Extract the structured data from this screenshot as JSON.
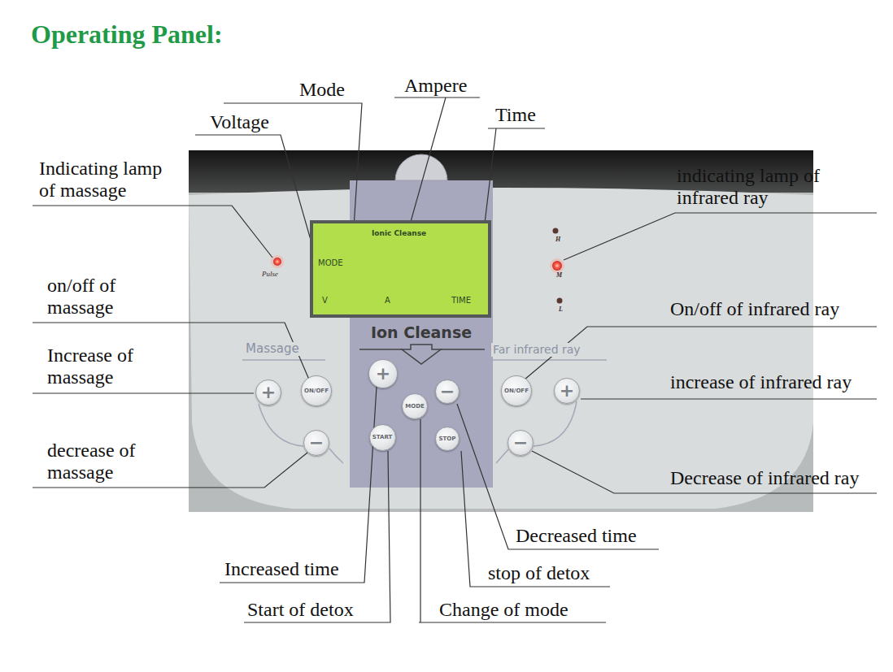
{
  "diagram": {
    "title": "Operating Panel:",
    "nodes": [
      {
        "text": [
          "Ionic Cleanse",
          "MODE",
          "V",
          "A",
          "TIME"
        ]
      },
      {
        "text": [
          "Ion Cleanse"
        ]
      },
      {
        "text": [
          "+"
        ],
        "in": 1
      },
      {
        "text": [
          "MODE"
        ],
        "in": 1
      },
      {
        "text": [
          "−"
        ],
        "in": 1
      },
      {
        "text": [
          "START"
        ],
        "in": 1
      },
      {
        "text": [
          "STOP"
        ],
        "in": 1
      },
      {
        "text": [
          "+"
        ]
      },
      {
        "text": [
          "ON/OFF"
        ]
      },
      {
        "text": [
          "−"
        ]
      },
      {
        "text": [
          "ON/OFF"
        ]
      },
      {
        "text": [
          "+"
        ]
      },
      {
        "text": [
          "−"
        ]
      }
    ],
    "labels": [
      "Mode",
      "Ampere",
      "Voltage",
      "Time",
      "Indicating lamp of massage",
      "indicating lamp of infrared ray",
      "on/off of massage",
      "On/off of infrared ray",
      "Increase of massage",
      "increase of infrared ray",
      "decrease of massage",
      "Decrease of infrared ray",
      "Decreased time",
      "stop of detox",
      "Increased time",
      "Start of detox",
      "Change of mode",
      "Pulse",
      "H",
      "M",
      "L",
      "Massage",
      "Far infrared ray"
    ]
  }
}
